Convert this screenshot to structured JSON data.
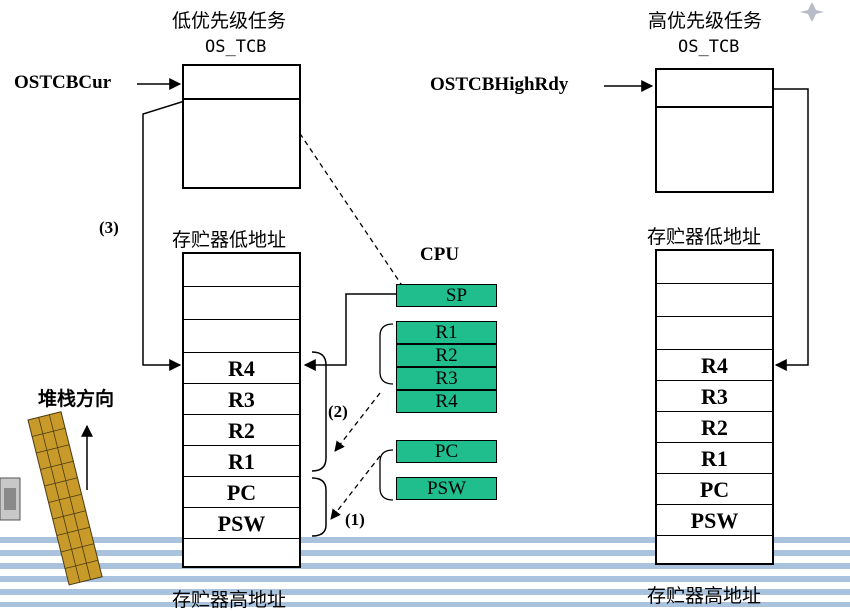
{
  "low_task": {
    "title": "低优先级任务",
    "tcb_label": "OS_TCB",
    "pointer_label": "OSTCBCur",
    "stack_low_label": "存贮器低地址",
    "stack_high_label": "存贮器高地址",
    "stack_cells": [
      "",
      "",
      "",
      "R4",
      "R3",
      "R2",
      "R1",
      "PC",
      "PSW",
      ""
    ]
  },
  "high_task": {
    "title": "高优先级任务",
    "tcb_label": "OS_TCB",
    "pointer_label": "OSTCBHighRdy",
    "stack_low_label": "存贮器低地址",
    "stack_high_label": "存贮器高地址",
    "stack_cells": [
      "",
      "",
      "",
      "R4",
      "R3",
      "R2",
      "R1",
      "PC",
      "PSW",
      ""
    ]
  },
  "cpu": {
    "title": "CPU",
    "sp_label": "SP",
    "registers": [
      "R1",
      "R2",
      "R3",
      "R4"
    ],
    "pc_label": "PC",
    "psw_label": "PSW",
    "register_color": "#1fbe8c"
  },
  "steps": {
    "step1": "(1)",
    "step2": "(2)",
    "step3": "(3)"
  },
  "stack_direction_label": "堆栈方向"
}
